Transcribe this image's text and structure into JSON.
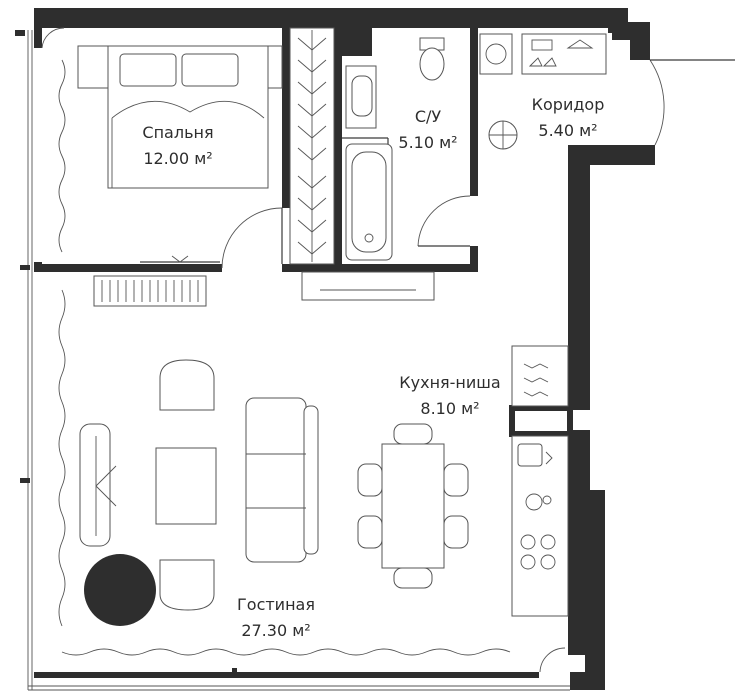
{
  "rooms": {
    "bedroom": {
      "name": "Спальня",
      "area": "12.00 м²"
    },
    "bathroom": {
      "name": "С/У",
      "area": "5.10 м²"
    },
    "corridor": {
      "name": "Коридор",
      "area": "5.40 м²"
    },
    "kitchen": {
      "name": "Кухня-ниша",
      "area": "8.10 м²"
    },
    "living": {
      "name": "Гостиная",
      "area": "27.30 м²"
    }
  },
  "colors": {
    "wall": "#2e2e2e",
    "line": "#3a3a3a",
    "background": "#ffffff"
  }
}
